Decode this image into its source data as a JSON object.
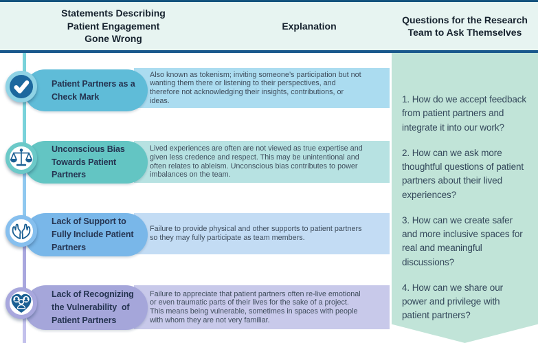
{
  "header": {
    "col1": "Statements Describing\nPatient Engagement\nGone Wrong",
    "col2": "Explanation",
    "col3": "Questions for the Research\nTeam to Ask Themselves"
  },
  "rows": [
    {
      "icon": "check-mark-icon",
      "title": "Patient Partners as a\nCheck Mark",
      "explanation": "Also known as tokenism; inviting someone’s participation but not wanting them there or listening to their perspectives, and therefore not acknowledging their insights, contributions, or ideas.",
      "pill_color": "#5fbcd8",
      "explanation_bg": "#abdcf0",
      "ring_color": "#8fd3e5"
    },
    {
      "icon": "scales-icon",
      "title": "Unconscious Bias\nTowards Patient\nPartners",
      "explanation": "Lived experiences are often are not viewed as true expertise and given less credence and respect. This may be unintentional and often relates to ableism. Unconscious bias contributes to power imbalances on the team.",
      "pill_color": "#63c5c3",
      "explanation_bg": "#b7e2e2",
      "ring_color": "#6bc9c8"
    },
    {
      "icon": "supporting-hands-icon",
      "title": "Lack of Support to\nFully Include Patient\nPartners",
      "explanation": "Failure to provide physical and other supports to patient partners so they may fully participate as team members.",
      "pill_color": "#79b7e9",
      "explanation_bg": "#c3dcf4",
      "ring_color": "#86bfee"
    },
    {
      "icon": "heart-people-icon",
      "title": "Lack of Recognizing\nthe Vulnerability  of\nPatient Partners",
      "explanation": "Failure to appreciate that patient partners often re-live emotional or even traumatic parts of their lives for the sake of a project. This means being vulnerable, sometimes in spaces with people with whom they are not very familiar.",
      "pill_color": "#a5a6da",
      "explanation_bg": "#c8c9ea",
      "ring_color": "#a8a7dd"
    }
  ],
  "questions": [
    "1. How do we accept feedback from patient partners and integrate it into our work?",
    "2. How can we ask more thoughtful questions of patient partners about their lived experiences?",
    "3. How can we create safer and more inclusive spaces for real and meaningful discussions?",
    "4. How can we share our power and privilege with patient partners?"
  ],
  "colors": {
    "header_bg": "#e7f4f1",
    "divider_line": "#19588c",
    "mint_panel": "#c1e4d8",
    "timeline_cyan": "#79d2da",
    "timeline_blue": "#8fc8ef",
    "timeline_purple": "#a9a7de",
    "timeline_light_purple": "#c3c1ec",
    "icon_blue": "#1a5f93",
    "title_text": "#253451",
    "body_text": "#3f4d5c"
  }
}
